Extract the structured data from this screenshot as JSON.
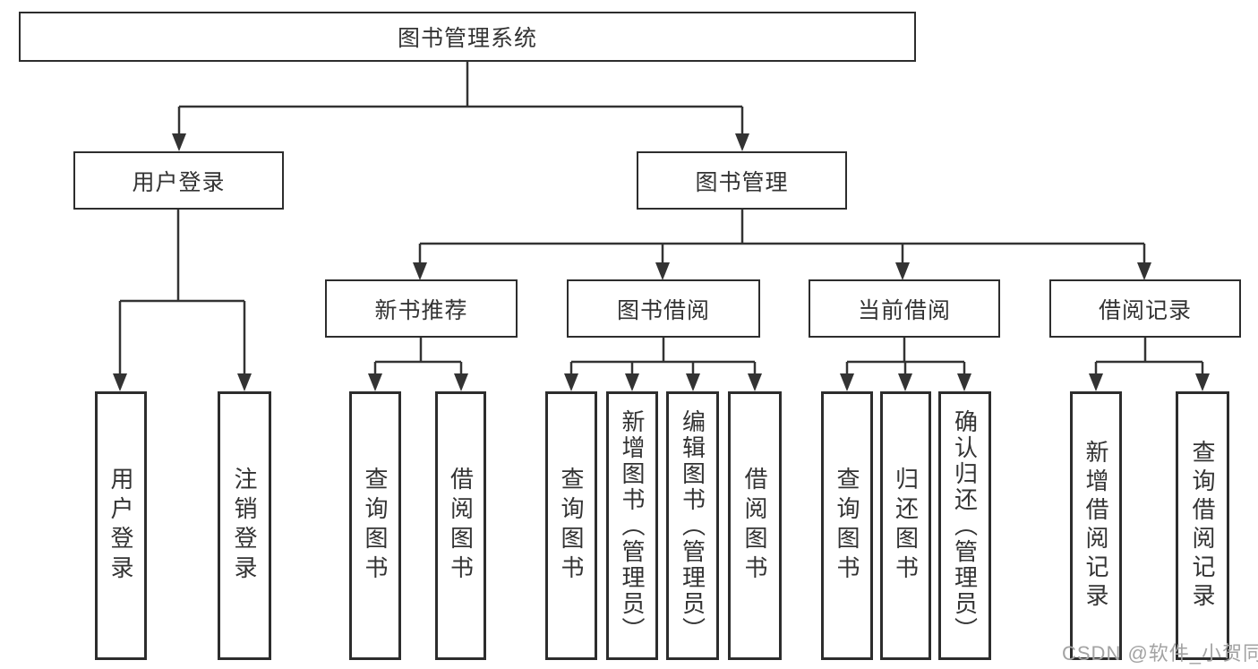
{
  "tree": {
    "label": "图书管理系统",
    "children": [
      {
        "label": "用户登录",
        "children": [
          {
            "label": "用户登录"
          },
          {
            "label": "注销登录"
          }
        ]
      },
      {
        "label": "图书管理",
        "children": [
          {
            "label": "新书推荐",
            "children": [
              {
                "label": "查询图书"
              },
              {
                "label": "借阅图书"
              }
            ]
          },
          {
            "label": "图书借阅",
            "children": [
              {
                "label": "查询图书"
              },
              {
                "label": "新增图书（管理员）"
              },
              {
                "label": "编辑图书（管理员）"
              },
              {
                "label": "借阅图书"
              }
            ]
          },
          {
            "label": "当前借阅",
            "children": [
              {
                "label": "查询图书"
              },
              {
                "label": "归还图书"
              },
              {
                "label": "确认归还（管理员）"
              }
            ]
          },
          {
            "label": "借阅记录",
            "children": [
              {
                "label": "新增借阅记录"
              },
              {
                "label": "查询借阅记录"
              }
            ]
          }
        ]
      }
    ]
  },
  "watermark": "CSDN @软件_小贺同学",
  "colors": {
    "line": "#333333",
    "box_border": "#2d2d2d",
    "text": "#333333",
    "watermark": "#a3a3a3",
    "background": "#ffffff"
  }
}
